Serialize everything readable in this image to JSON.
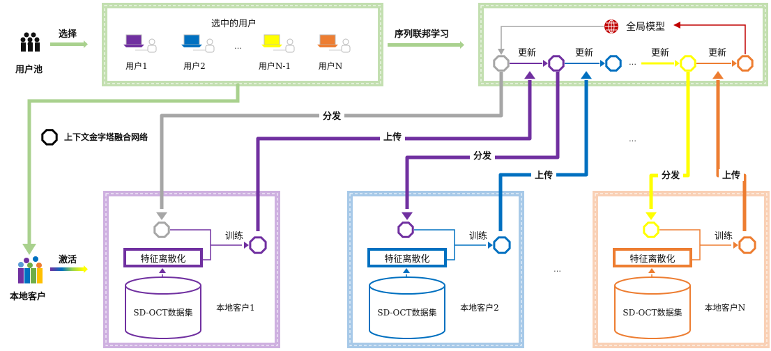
{
  "colors": {
    "green": "#a9d18e",
    "gray": "#a6a6a6",
    "purple": "#7030a0",
    "blue": "#0070c0",
    "yellow": "#ffff00",
    "orange": "#ed7d31",
    "red": "#c00000",
    "black": "#000000"
  },
  "user_pool": {
    "label": "用户池",
    "select_label": "选择"
  },
  "selected_users": {
    "title": "选中的用户",
    "users": [
      {
        "label": "用户1",
        "color": "#7030a0"
      },
      {
        "label": "用户2",
        "color": "#0070c0"
      },
      {
        "label": "用户N-1",
        "color": "#ffff00"
      },
      {
        "label": "用户N",
        "color": "#ed7d31"
      }
    ],
    "ellipsis": "…"
  },
  "sequential_fl_label": "序列联邦学习",
  "global_model": {
    "label": "全局模型",
    "icon": "globe-icon"
  },
  "update_label": "更新",
  "pipeline_ellipsis": "…",
  "legend": {
    "label": "上下文金字塔融合网络",
    "icon": "octagon-icon"
  },
  "local_clients_pool": {
    "label": "本地客户",
    "activate_label": "激活"
  },
  "links": {
    "distribute": "分发",
    "upload": "上传"
  },
  "middle_ellipsis": "…",
  "clients": [
    {
      "name": "本地客户1",
      "color": "#7030a0",
      "in_color": "#a6a6a6",
      "feature_label": "特征离散化",
      "dataset_label": "SD-OCT数据集",
      "train_label": "训练"
    },
    {
      "name": "本地客户2",
      "color": "#0070c0",
      "in_color": "#7030a0",
      "feature_label": "特征离散化",
      "dataset_label": "SD-OCT数据集",
      "train_label": "训练"
    },
    {
      "name": "本地客户N",
      "color": "#ed7d31",
      "in_color": "#ffff00",
      "feature_label": "特征离散化",
      "dataset_label": "SD-OCT数据集",
      "train_label": "训练"
    }
  ],
  "clients_ellipsis": "…"
}
